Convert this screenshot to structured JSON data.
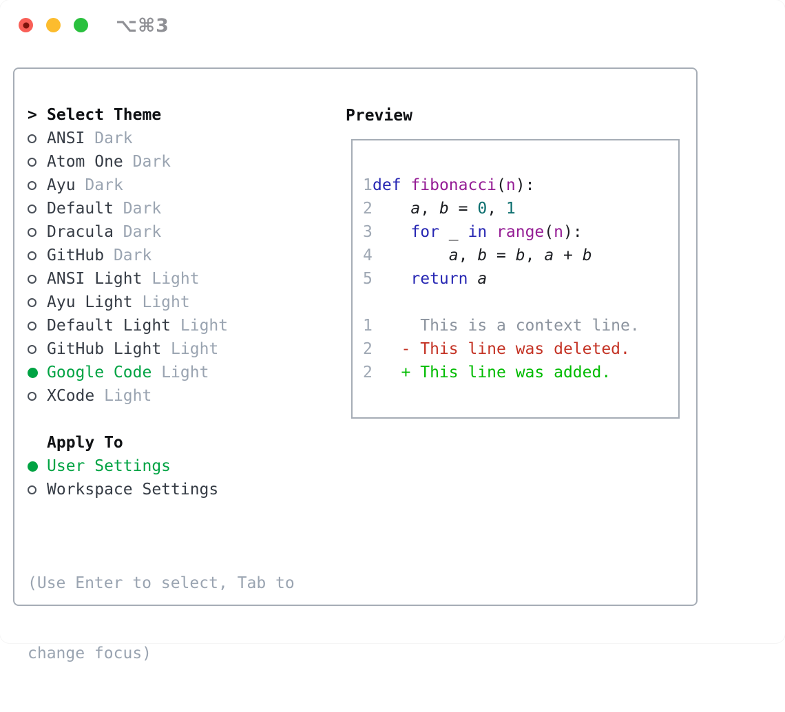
{
  "window": {
    "title": "⌥⌘3",
    "traffic_lights": {
      "close": "close-button",
      "minimize": "minimize-button",
      "zoom": "zoom-button",
      "close_has_unsaved_dot": true
    }
  },
  "colors": {
    "accent_green": "#00a343",
    "diff_added": "#00bb00",
    "diff_removed": "#c43325",
    "context_gray": "#8b939e",
    "keyword_blue": "#2727b3",
    "function_purple": "#951d95",
    "number_teal": "#0b6e6e",
    "muted_gray": "#9aa4b1",
    "border_gray": "#a6adb6",
    "text_dark": "#363c45"
  },
  "theme_picker": {
    "prompt": ">",
    "header": "Select Theme",
    "items": [
      {
        "name": "ANSI",
        "variant": "Dark",
        "selected": false
      },
      {
        "name": "Atom One",
        "variant": "Dark",
        "selected": false
      },
      {
        "name": "Ayu",
        "variant": "Dark",
        "selected": false
      },
      {
        "name": "Default",
        "variant": "Dark",
        "selected": false
      },
      {
        "name": "Dracula",
        "variant": "Dark",
        "selected": false
      },
      {
        "name": "GitHub",
        "variant": "Dark",
        "selected": false
      },
      {
        "name": "ANSI Light",
        "variant": "Light",
        "selected": false
      },
      {
        "name": "Ayu Light",
        "variant": "Light",
        "selected": false
      },
      {
        "name": "Default Light",
        "variant": "Light",
        "selected": false
      },
      {
        "name": "GitHub Light",
        "variant": "Light",
        "selected": false
      },
      {
        "name": "Google Code",
        "variant": "Light",
        "selected": true
      },
      {
        "name": "XCode",
        "variant": "Light",
        "selected": false
      }
    ]
  },
  "apply_to": {
    "header": "Apply To",
    "options": [
      {
        "label": "User Settings",
        "selected": true
      },
      {
        "label": "Workspace Settings",
        "selected": false
      }
    ]
  },
  "hint": {
    "line1": "(Use Enter to select, Tab to",
    "line2": "change focus)"
  },
  "preview": {
    "header": "Preview",
    "code_lines": [
      {
        "num": "1",
        "tokens": [
          {
            "text": "def",
            "style": "kw"
          },
          {
            "text": " ",
            "style": "plain"
          },
          {
            "text": "fibonacci",
            "style": "fn"
          },
          {
            "text": "(",
            "style": "plain"
          },
          {
            "text": "n",
            "style": "fn"
          },
          {
            "text": "):",
            "style": "plain"
          }
        ]
      },
      {
        "num": "2",
        "tokens": [
          {
            "text": "    ",
            "style": "plain"
          },
          {
            "text": "a",
            "style": "var"
          },
          {
            "text": ", ",
            "style": "plain"
          },
          {
            "text": "b",
            "style": "var"
          },
          {
            "text": " = ",
            "style": "plain"
          },
          {
            "text": "0",
            "style": "num"
          },
          {
            "text": ", ",
            "style": "plain"
          },
          {
            "text": "1",
            "style": "num"
          }
        ]
      },
      {
        "num": "3",
        "tokens": [
          {
            "text": "    ",
            "style": "plain"
          },
          {
            "text": "for",
            "style": "kw"
          },
          {
            "text": " _ ",
            "style": "plain"
          },
          {
            "text": "in",
            "style": "kw"
          },
          {
            "text": " ",
            "style": "plain"
          },
          {
            "text": "range",
            "style": "fn"
          },
          {
            "text": "(",
            "style": "plain"
          },
          {
            "text": "n",
            "style": "fn"
          },
          {
            "text": "):",
            "style": "plain"
          }
        ]
      },
      {
        "num": "4",
        "tokens": [
          {
            "text": "        ",
            "style": "plain"
          },
          {
            "text": "a",
            "style": "var"
          },
          {
            "text": ", ",
            "style": "plain"
          },
          {
            "text": "b",
            "style": "var"
          },
          {
            "text": " = ",
            "style": "plain"
          },
          {
            "text": "b",
            "style": "var"
          },
          {
            "text": ", ",
            "style": "plain"
          },
          {
            "text": "a",
            "style": "var"
          },
          {
            "text": " + ",
            "style": "plain"
          },
          {
            "text": "b",
            "style": "var"
          }
        ]
      },
      {
        "num": "5",
        "tokens": [
          {
            "text": "    ",
            "style": "plain"
          },
          {
            "text": "return",
            "style": "kw"
          },
          {
            "text": " ",
            "style": "plain"
          },
          {
            "text": "a",
            "style": "var"
          }
        ]
      }
    ],
    "diff_lines": [
      {
        "num": "1",
        "text": "     This is a context line.",
        "style": "context"
      },
      {
        "num": "2",
        "text": "   - This line was deleted.",
        "style": "removed"
      },
      {
        "num": "2",
        "text": "   + This line was added.",
        "style": "added"
      }
    ]
  }
}
